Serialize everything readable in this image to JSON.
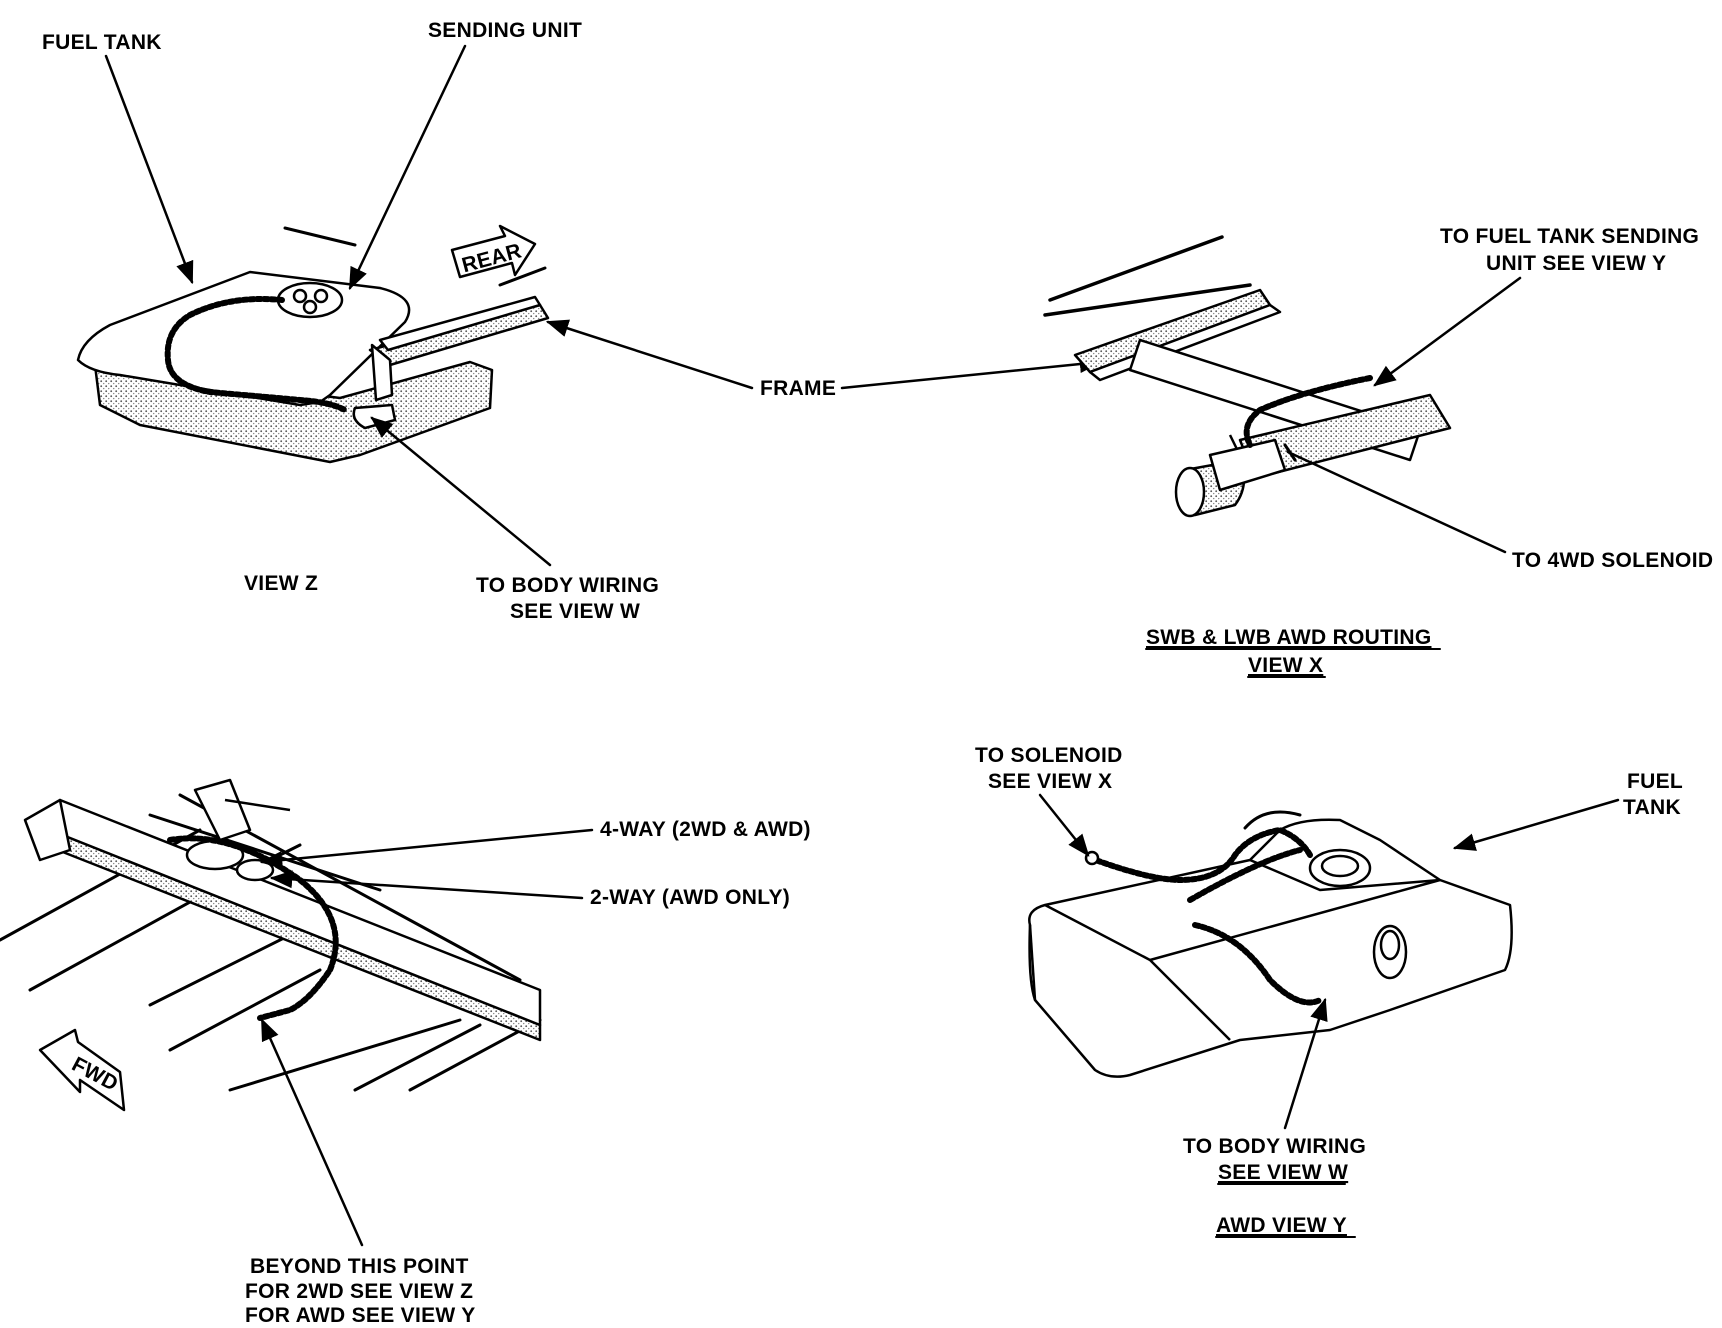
{
  "view_z": {
    "fuel_tank": "FUEL TANK",
    "sending_unit": "SENDING UNIT",
    "rear": "REAR",
    "caption": "VIEW Z",
    "body_wiring_1": "TO BODY WIRING",
    "body_wiring_2": "SEE VIEW W"
  },
  "frame_label": "FRAME",
  "view_x": {
    "sending_1": "TO FUEL TANK SENDING",
    "sending_2": "UNIT SEE VIEW Y",
    "solenoid": "TO 4WD SOLENOID",
    "caption_1": "SWB & LWB AWD ROUTING",
    "caption_2": "VIEW X"
  },
  "view_w": {
    "four_way": "4-WAY (2WD & AWD)",
    "two_way": "2-WAY (AWD ONLY)",
    "fwd": "FWD",
    "beyond_1": "BEYOND THIS POINT",
    "beyond_2": "FOR 2WD SEE VIEW Z",
    "beyond_3": "FOR AWD SEE VIEW Y"
  },
  "view_y": {
    "solenoid_1": "TO SOLENOID",
    "solenoid_2": "SEE VIEW X",
    "fuel": "FUEL",
    "tank": "TANK",
    "body_wiring_1": "TO BODY WIRING",
    "body_wiring_2": "SEE VIEW W",
    "caption": "AWD VIEW Y"
  }
}
